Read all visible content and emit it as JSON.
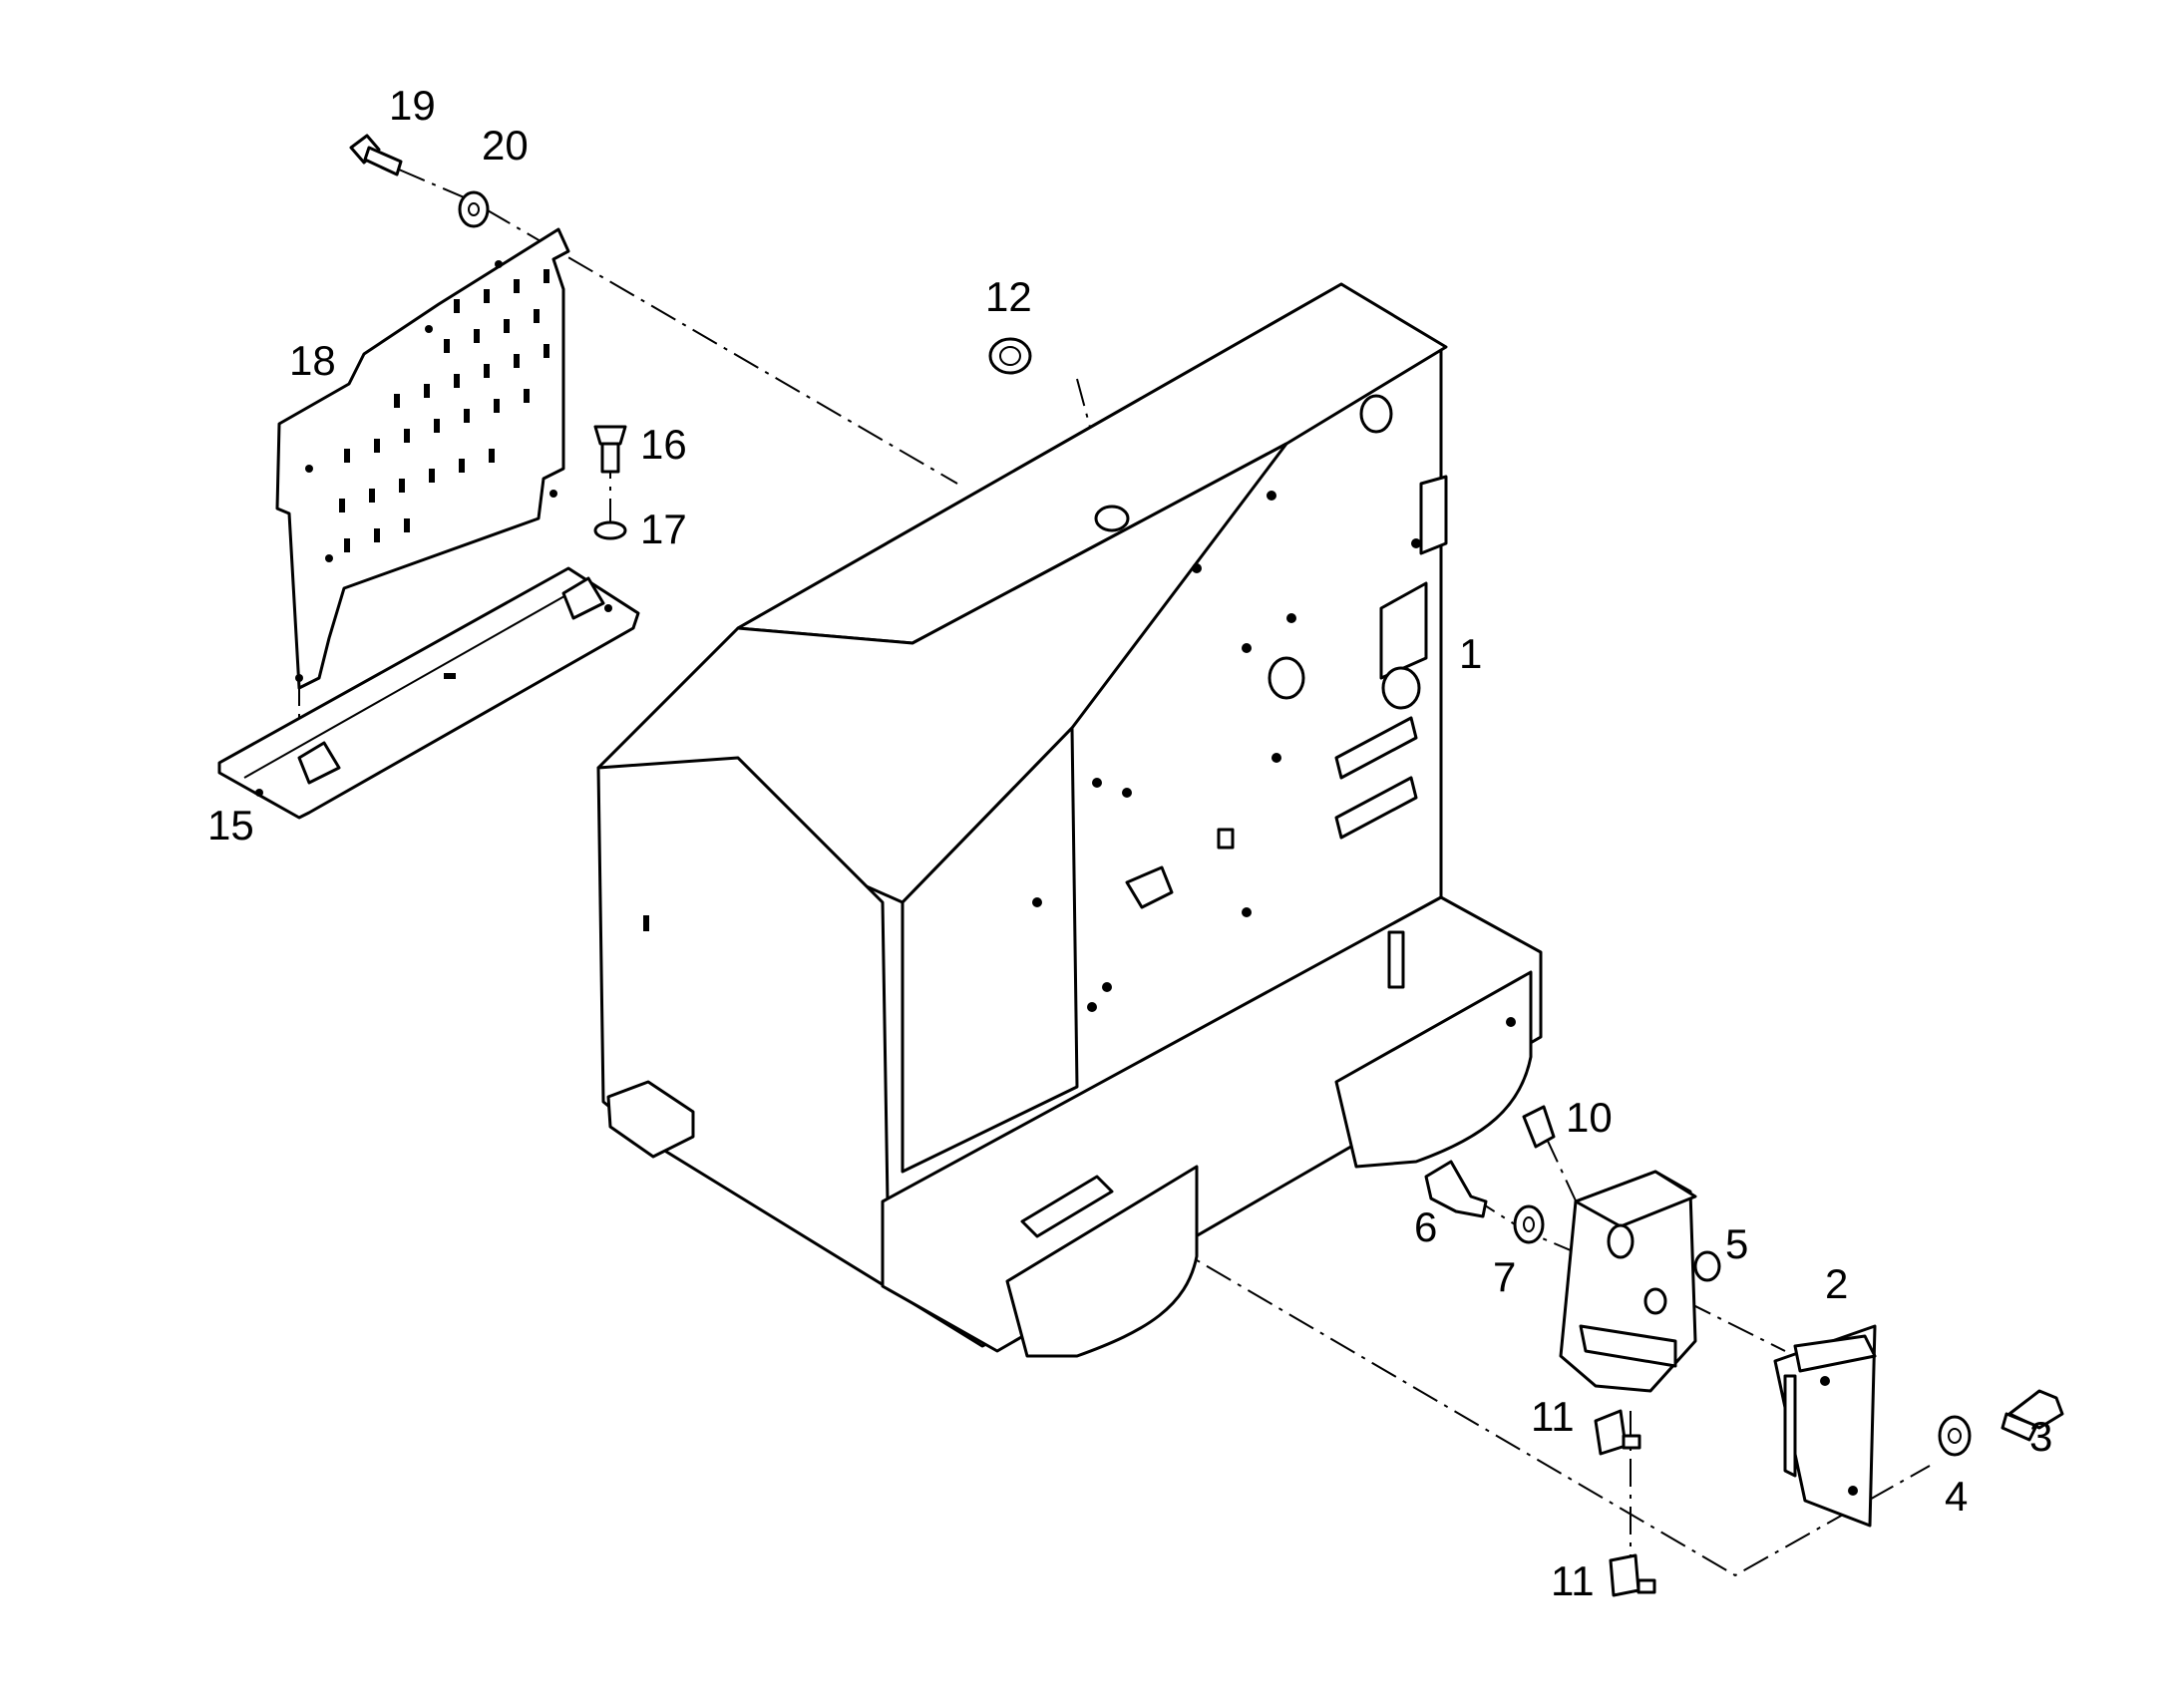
{
  "callouts": [
    "19",
    "20",
    "18",
    "16",
    "17",
    "15",
    "12",
    "1",
    "10",
    "6",
    "7",
    "5",
    "2",
    "11",
    "11",
    "4",
    "3"
  ]
}
